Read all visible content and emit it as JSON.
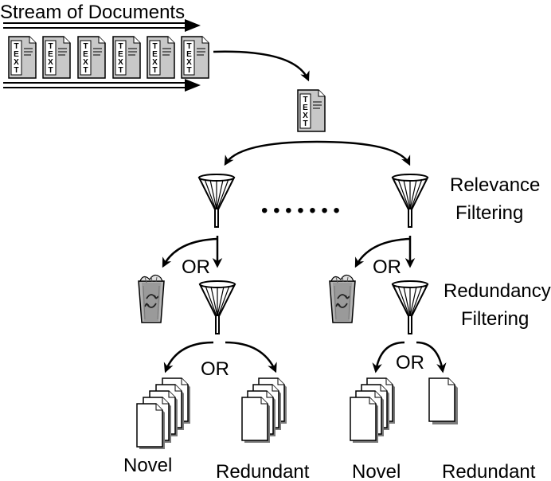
{
  "title": "Stream of Documents",
  "doc_glyph_letters": [
    "T",
    "E",
    "X",
    "T"
  ],
  "labels": {
    "relevance_line1": "Relevance",
    "relevance_line2": "Filtering",
    "redundancy_line1": "Redundancy",
    "redundancy_line2": "Filtering",
    "or_left_relevance": "OR",
    "or_right_relevance": "OR",
    "or_left_redundancy": "OR",
    "or_right_redundancy": "OR",
    "novel_left": "Novel",
    "redundant_left": "Redundant",
    "novel_right": "Novel",
    "redundant_right": "Redundant",
    "ellipsis": "• • • • • • •"
  },
  "icons": {
    "document": "document-icon",
    "funnel": "funnel-icon",
    "trash": "recycle-bin-icon",
    "document_stack": "document-stack-icon"
  },
  "colors": {
    "stroke": "#000000",
    "doc_fill": "#c8c8c8",
    "doc_shadow": "#7a7a7a",
    "paper": "#ffffff"
  }
}
